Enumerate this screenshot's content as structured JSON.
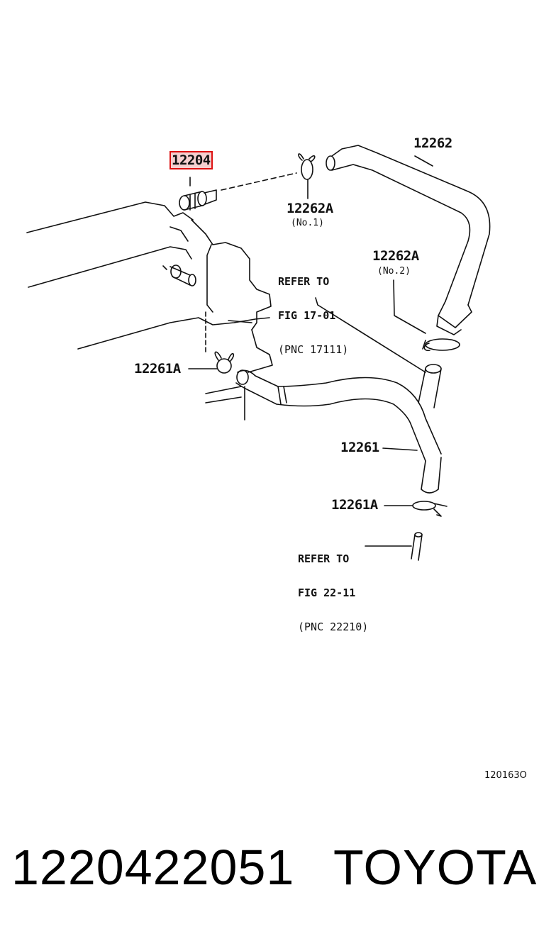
{
  "labels": {
    "p12204": "12204",
    "p12262": "12262",
    "p12262A_1": "12262A",
    "no1": "(No.1)",
    "p12262A_2": "12262A",
    "no2": "(No.2)",
    "p12261A_left": "12261A",
    "p12261": "12261",
    "p12261A_bottom": "12261A"
  },
  "refer1": {
    "head": "REFER TO",
    "fig": "FIG 17-01",
    "pnc": "(PNC 17111)"
  },
  "refer2": {
    "head": "REFER TO",
    "fig": "FIG 22-11",
    "pnc": "(PNC 22210)"
  },
  "figure_code": "120163O",
  "part_number": "1220422051",
  "brand": "TOYOTA",
  "colors": {
    "highlight": "#d11111",
    "line": "#111111"
  }
}
